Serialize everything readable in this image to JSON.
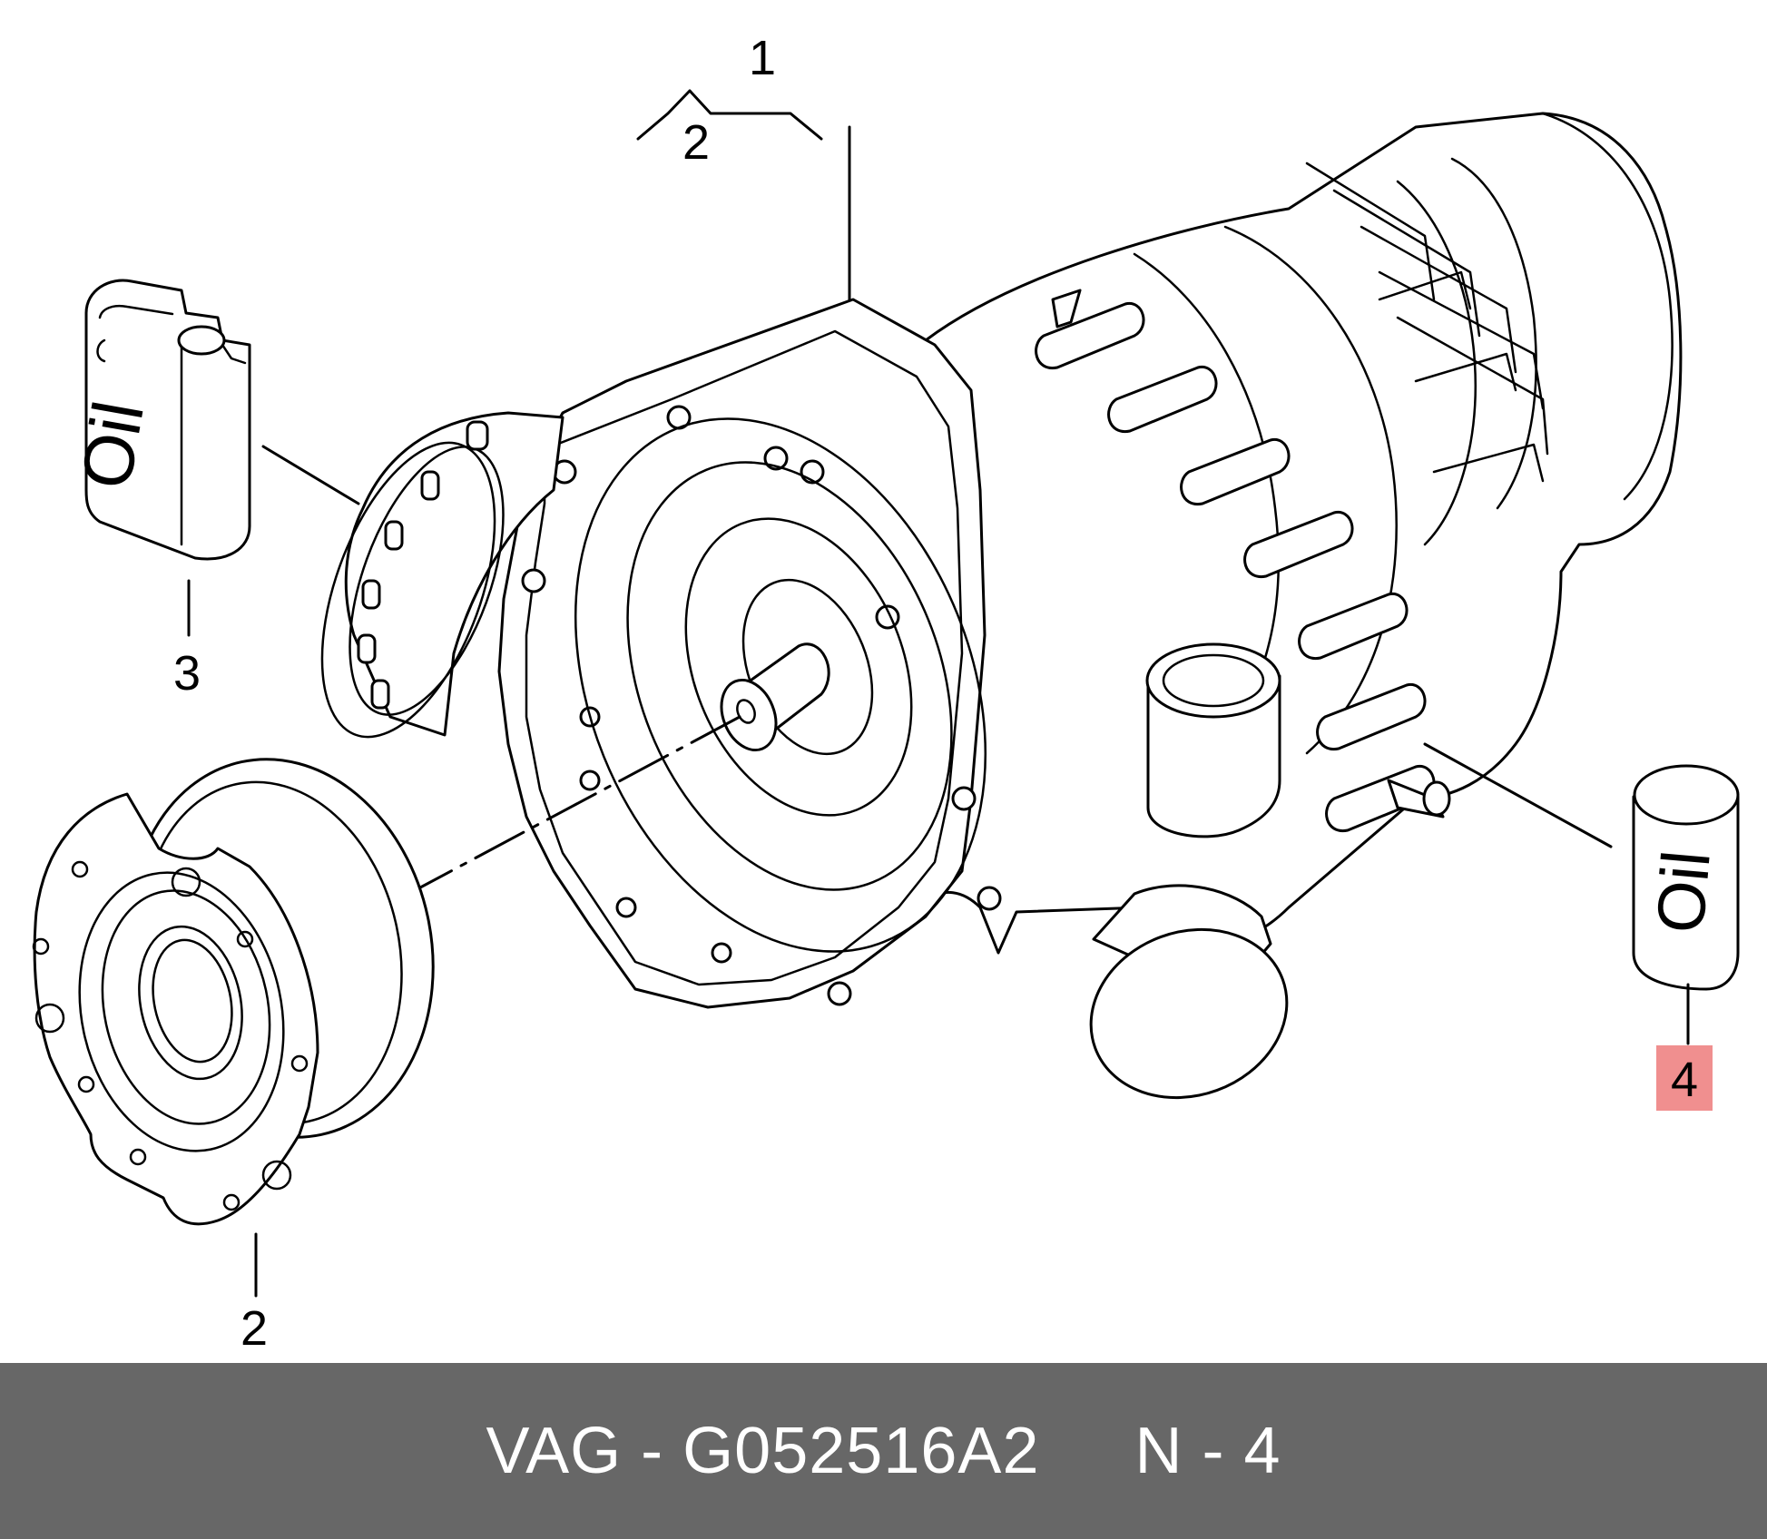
{
  "callouts": {
    "c1": "1",
    "c2_top": "2",
    "c2_bottom": "2",
    "c3": "3",
    "c4": "4"
  },
  "highlight_color": "#f08f8f",
  "oil_label_can": "Oil",
  "oil_label_cylinder": "Oil",
  "footer": {
    "brand": "VAG",
    "sep1": " - ",
    "part_number": "G052516A2",
    "gap": "     ",
    "position_label": "N - 4",
    "background": "#676767"
  }
}
